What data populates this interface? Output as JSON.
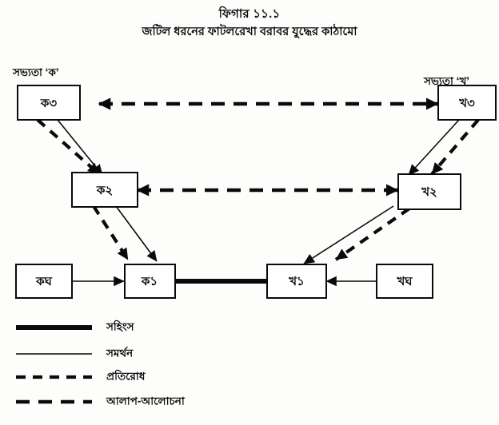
{
  "figure": {
    "title": "ফিগার ১১.১",
    "subtitle": "জটিল ধরনের ফাটলরেখা বরাবর যুদ্ধের কাঠামো"
  },
  "side_labels": {
    "left": "সভ্যতা ‘ক’",
    "right": "সভ্যতা ‘খ’"
  },
  "nodes": {
    "a3": "ক৩",
    "a2": "ক২",
    "a1": "ক১",
    "a4": "কঘ",
    "b3": "খ৩",
    "b2": "খ২",
    "b1": "খ১",
    "b4": "খঘ"
  },
  "legend": {
    "items": [
      {
        "style": "violent",
        "label": "সহিংস"
      },
      {
        "style": "support",
        "label": "সমর্থন"
      },
      {
        "style": "resistance",
        "label": "প্রতিরোধ"
      },
      {
        "style": "negotiation",
        "label": "আলাপ-আলোচনা"
      }
    ]
  },
  "colors": {
    "ink": "#0a0a0a",
    "paper": "#fdfdfc"
  }
}
